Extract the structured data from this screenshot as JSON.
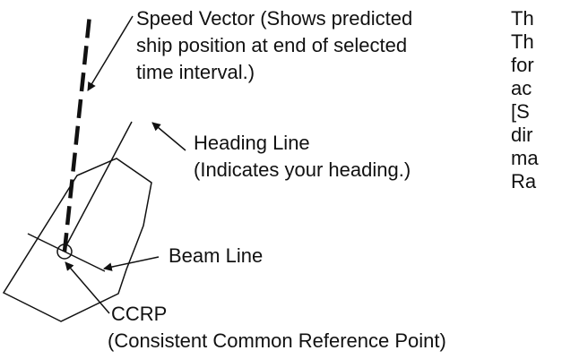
{
  "labels": {
    "speed_vector": {
      "line1": "Speed Vector (Shows predicted",
      "line2": "ship position at end of selected",
      "line3": "time interval.)"
    },
    "heading_line": {
      "line1": "Heading Line",
      "line2": "(Indicates your heading.)"
    },
    "beam_line": "Beam Line",
    "ccrp": {
      "line1": "CCRP",
      "line2": "(Consistent Common Reference Point)"
    }
  },
  "side_text": {
    "line1": "Th",
    "line2": "Th",
    "line3": "for",
    "line4": "ac",
    "line5": "[S",
    "line6": "dir",
    "line7": "ma",
    "line8": "Ra"
  },
  "colors": {
    "ink": "#111111",
    "background": "#ffffff"
  }
}
